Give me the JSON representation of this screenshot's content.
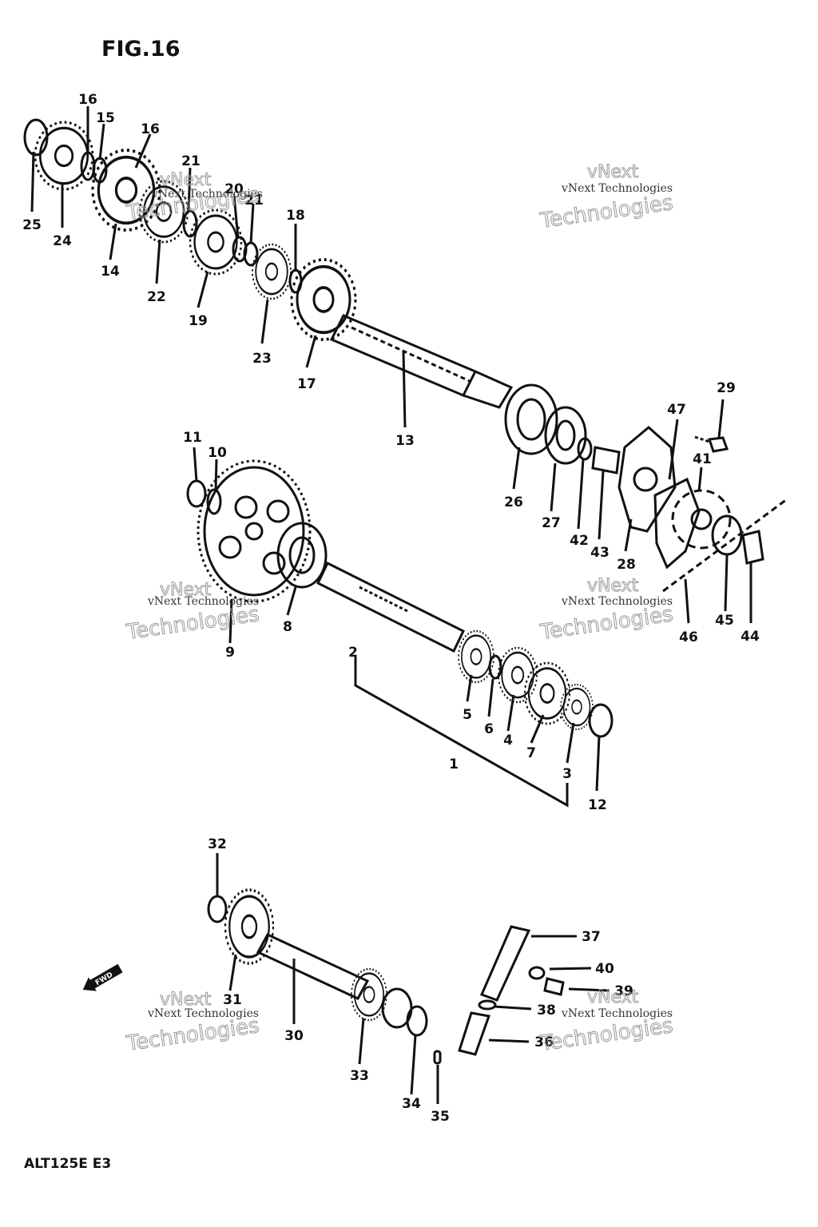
{
  "figure": {
    "title": "FIG.16",
    "model_code": "ALT125E E3",
    "direction_arrow": "FWD"
  },
  "watermark": {
    "line1": "vNext Technologies",
    "line2a": "vNext",
    "line2b": "Technologies"
  },
  "callouts": {
    "c1": "1",
    "c2": "2",
    "c3": "3",
    "c4": "4",
    "c5": "5",
    "c6": "6",
    "c7": "7",
    "c8": "8",
    "c9": "9",
    "c10": "10",
    "c11": "11",
    "c12": "12",
    "c13": "13",
    "c14": "14",
    "c15": "15",
    "c16a": "16",
    "c16b": "16",
    "c17": "17",
    "c18": "18",
    "c19": "19",
    "c20": "20",
    "c21a": "21",
    "c21b": "21",
    "c22": "22",
    "c23": "23",
    "c24": "24",
    "c25": "25",
    "c26": "26",
    "c27": "27",
    "c28": "28",
    "c29": "29",
    "c30": "30",
    "c31": "31",
    "c32": "32",
    "c33": "33",
    "c34": "34",
    "c35": "35",
    "c36": "36",
    "c37": "37",
    "c38": "38",
    "c39": "39",
    "c40": "40",
    "c41": "41",
    "c42": "42",
    "c43": "43",
    "c44": "44",
    "c45": "45",
    "c46": "46",
    "c47": "47"
  }
}
